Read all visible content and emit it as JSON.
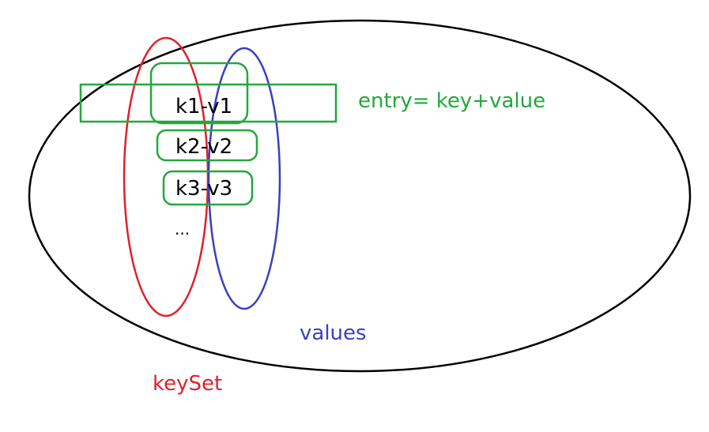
{
  "diagram": {
    "entries": [
      "k1-v1",
      "k2-v2",
      "k3-v3"
    ],
    "ellipsis": "...",
    "entry_label": "entry= key+value",
    "keyset_label": "keySet",
    "values_label": "values"
  },
  "colors": {
    "outline": "#000000",
    "keyset": "#e0202a",
    "values": "#3a3fc0",
    "entry": "#22a83c",
    "text": "#000000"
  }
}
